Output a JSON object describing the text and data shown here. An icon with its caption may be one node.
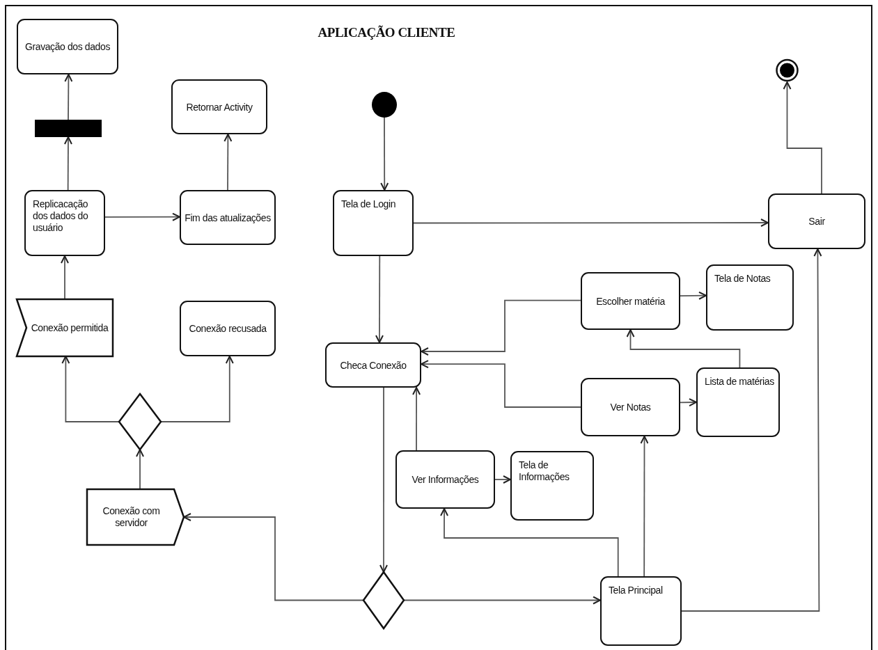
{
  "diagram": {
    "title": "APLICAÇÃO CLIENTE",
    "nodes": [
      {
        "text": [
          "Gravação dos dados"
        ]
      },
      {
        "text": [],
        "shape": "bar"
      },
      {
        "text": [
          "Retornar Activity"
        ]
      },
      {
        "text": [],
        "shape": "circle"
      },
      {
        "text": [],
        "shape": "circle"
      },
      {
        "text": [
          "Replicacação dos dados do usuário"
        ]
      },
      {
        "text": [
          "Fim das atualizações"
        ]
      },
      {
        "text": [
          "Tela de Login"
        ]
      },
      {
        "text": [
          "Sair"
        ]
      },
      {
        "text": [
          "Conexão permitida"
        ]
      },
      {
        "text": [
          "Conexão recusada"
        ]
      },
      {
        "text": [
          "Escolher matéria"
        ]
      },
      {
        "text": [
          "Tela de Notas"
        ]
      },
      {
        "text": [
          "Checa Conexão"
        ]
      },
      {
        "text": [
          "Ver Notas"
        ]
      },
      {
        "text": [
          "Lista de matérias"
        ]
      },
      {
        "text": [
          "Ver Informações"
        ]
      },
      {
        "text": [
          "Tela de Informações"
        ]
      },
      {
        "text": [],
        "shape": "diamond"
      },
      {
        "text": [
          "Conexão com servidor"
        ]
      },
      {
        "text": [],
        "shape": "diamond"
      },
      {
        "text": [
          "Tela Principal"
        ]
      }
    ],
    "edges": [
      {
        "from": 1,
        "to": 0,
        "arrow": "to"
      },
      {
        "from": 5,
        "to": 1,
        "arrow": "to"
      },
      {
        "from": 5,
        "to": 6,
        "arrow": "to"
      },
      {
        "from": 6,
        "to": 2,
        "arrow": "to"
      },
      {
        "from": 3,
        "to": 7,
        "arrow": "to"
      },
      {
        "from": 7,
        "to": 8,
        "arrow": "to"
      },
      {
        "from": 8,
        "to": 4,
        "arrow": "to"
      },
      {
        "from": 7,
        "to": 13,
        "arrow": "to"
      },
      {
        "from": 13,
        "to": 20,
        "arrow": "to"
      },
      {
        "from": 20,
        "to": 19,
        "arrow": "to"
      },
      {
        "from": 20,
        "to": 21,
        "arrow": "to"
      },
      {
        "from": 19,
        "to": 18,
        "arrow": "to"
      },
      {
        "from": 18,
        "to": 9,
        "arrow": "to"
      },
      {
        "from": 18,
        "to": 10,
        "arrow": "to"
      },
      {
        "from": 9,
        "to": 5,
        "arrow": "to"
      },
      {
        "from": 11,
        "to": 13,
        "arrow": "to"
      },
      {
        "from": 11,
        "to": 12,
        "arrow": "to"
      },
      {
        "from": 14,
        "to": 13,
        "arrow": "to"
      },
      {
        "from": 14,
        "to": 15,
        "arrow": "to"
      },
      {
        "from": 15,
        "to": 11,
        "arrow": "to"
      },
      {
        "from": 16,
        "to": 13,
        "arrow": "to"
      },
      {
        "from": 16,
        "to": 17,
        "arrow": "to"
      },
      {
        "from": 21,
        "to": 16,
        "arrow": "to"
      },
      {
        "from": 21,
        "to": 14,
        "arrow": "to"
      },
      {
        "from": 21,
        "to": 8,
        "arrow": "to"
      }
    ]
  }
}
